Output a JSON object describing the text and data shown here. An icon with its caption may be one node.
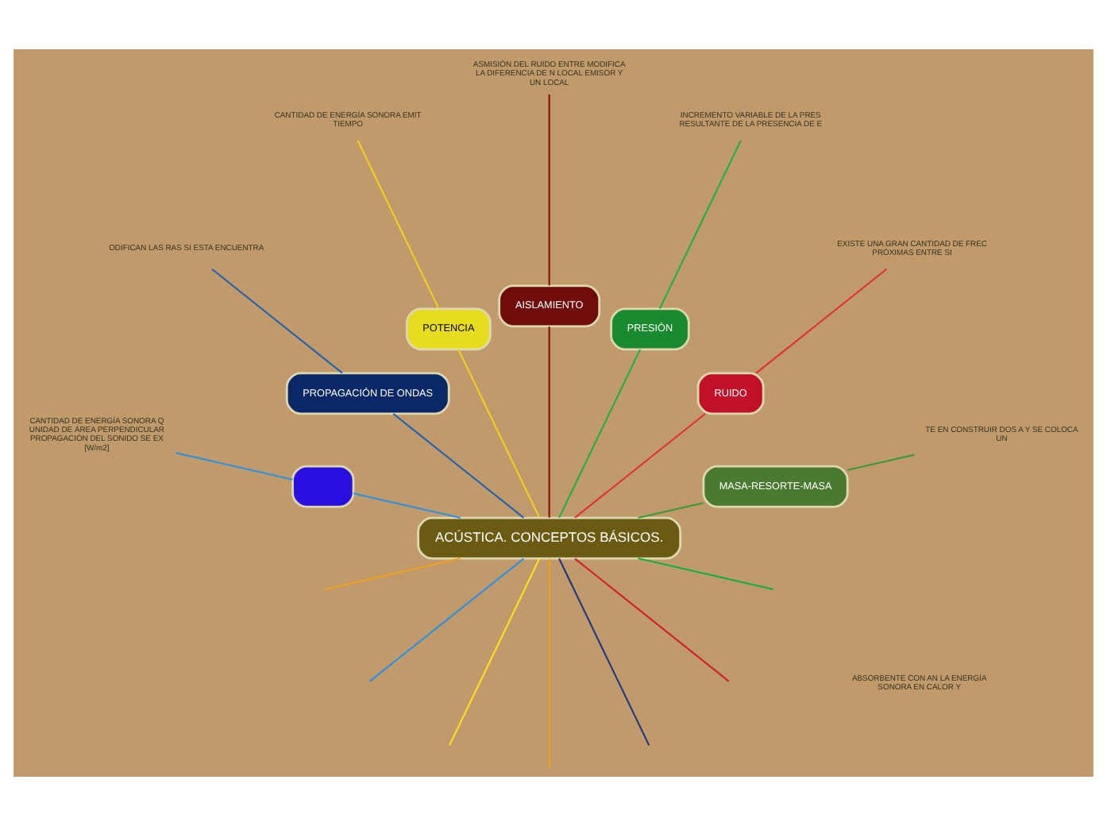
{
  "diagram": {
    "nodes": [
      {
        "text": [
          "ACÚSTICA. CONCEPTOS BÁSICOS."
        ]
      },
      {
        "text": [
          "MASA-RESORTE-MASA"
        ]
      },
      {
        "text": [
          "TE EN CONSTRUIR DOS A Y SE COLOCA UN"
        ]
      },
      {
        "text": [
          "RUIDO"
        ]
      },
      {
        "text": [
          "EXISTE UNA GRAN CANTIDAD DE FREC PRÓXIMAS ENTRE SI"
        ]
      },
      {
        "text": [
          "PRESIÓN"
        ]
      },
      {
        "text": [
          "INCREMENTO VARIABLE DE LA PRES RESULTANTE DE LA PRESENCIA DE E"
        ]
      },
      {
        "text": [
          "AISLAMIENTO"
        ]
      },
      {
        "text": [
          "ASMISIÓN DEL RUIDO ENTRE MODIFICA LA DIFERENCIA DE N LOCAL EMISOR Y UN LOCAL"
        ]
      },
      {
        "text": [
          "POTENCIA"
        ]
      },
      {
        "text": [
          "CANTIDAD DE ENERGÍA SONORA EMIT TIEMPO"
        ]
      },
      {
        "text": [
          "PROPAGACIÓN DE ONDAS"
        ]
      },
      {
        "text": [
          "ODIFICAN LAS RAS SI ESTA ENCUENTRA"
        ]
      },
      {
        "text": [],
        "shape": "box"
      },
      {
        "text": [
          "CANTIDAD DE ENERGÍA SONORA Q UNIDAD DE ÁREA PERPENDICULAR PROPAGACIÓN DEL SONIDO SE EX [W/m2]"
        ]
      },
      {
        "text": [
          "ABSORBENTE CON AN LA ENERGÍA SONORA EN CALOR Y"
        ]
      }
    ],
    "edges": [
      {
        "from": 0,
        "to": 1,
        "arrow": "none",
        "color": "#3a9a3a"
      },
      {
        "from": 1,
        "to": 2,
        "arrow": "none",
        "color": "#3a9a3a"
      },
      {
        "from": 0,
        "to": 3,
        "arrow": "none",
        "color": "#e03030"
      },
      {
        "from": 3,
        "to": 4,
        "arrow": "none",
        "color": "#e03030"
      },
      {
        "from": 0,
        "to": 5,
        "arrow": "none",
        "color": "#20b040"
      },
      {
        "from": 5,
        "to": 6,
        "arrow": "none",
        "color": "#20b040"
      },
      {
        "from": 0,
        "to": 7,
        "arrow": "none",
        "color": "#8a1000"
      },
      {
        "from": 7,
        "to": 8,
        "arrow": "none",
        "color": "#8a1000"
      },
      {
        "from": 0,
        "to": 9,
        "arrow": "none",
        "color": "#f0d020"
      },
      {
        "from": 9,
        "to": 10,
        "arrow": "none",
        "color": "#f0d020"
      },
      {
        "from": 0,
        "to": 11,
        "arrow": "none",
        "color": "#2060b0"
      },
      {
        "from": 11,
        "to": 12,
        "arrow": "none",
        "color": "#2060b0"
      },
      {
        "from": 0,
        "to": 13,
        "arrow": "none",
        "color": "#3090e0"
      },
      {
        "from": 13,
        "to": 14,
        "arrow": "none",
        "color": "#3090e0"
      },
      {
        "from": 0,
        "to": null,
        "arrow": "none",
        "color": "#f0a020"
      },
      {
        "from": 0,
        "to": null,
        "arrow": "none",
        "color": "#203880"
      },
      {
        "from": 0,
        "to": null,
        "arrow": "none",
        "color": "#ffe020"
      },
      {
        "from": 0,
        "to": null,
        "arrow": "none",
        "color": "#3090e0"
      },
      {
        "from": 0,
        "to": null,
        "arrow": "none",
        "color": "#d02030"
      },
      {
        "from": 0,
        "to": null,
        "arrow": "none",
        "color": "#10b040"
      },
      {
        "from": 0,
        "to": null,
        "arrow": "none",
        "color": "#f0a020"
      }
    ]
  }
}
